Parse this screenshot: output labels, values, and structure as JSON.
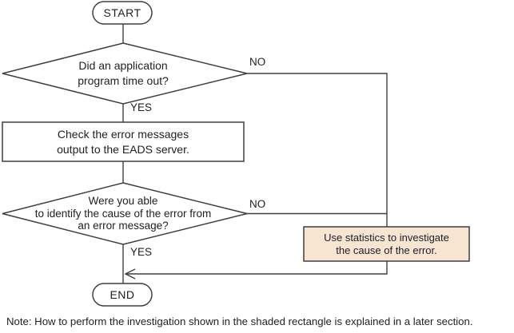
{
  "flowchart": {
    "nodes": {
      "start": {
        "type": "terminal",
        "label": "START"
      },
      "decision1": {
        "type": "decision",
        "label": "Did an application\nprogram time out?"
      },
      "process1": {
        "type": "process",
        "label": "Check the error messages\noutput to the EADS server."
      },
      "decision2": {
        "type": "decision",
        "label": "Were you able\nto identify the cause of the error from\nan error message?"
      },
      "shaded": {
        "type": "process-shaded",
        "label": "Use statistics to investigate\nthe cause of the error."
      },
      "end": {
        "type": "terminal",
        "label": "END"
      }
    },
    "edge_labels": {
      "decision1_no": "NO",
      "decision1_yes": "YES",
      "decision2_no": "NO",
      "decision2_yes": "YES"
    },
    "colors": {
      "canvas": "#ffffff",
      "line": "#3f3f3f",
      "node_fill": "#ffffff",
      "shaded_fill": "#f6e5d0",
      "text": "#1f1f1f"
    }
  },
  "note": "Note: How to perform the investigation shown in the shaded rectangle is explained in a later section."
}
